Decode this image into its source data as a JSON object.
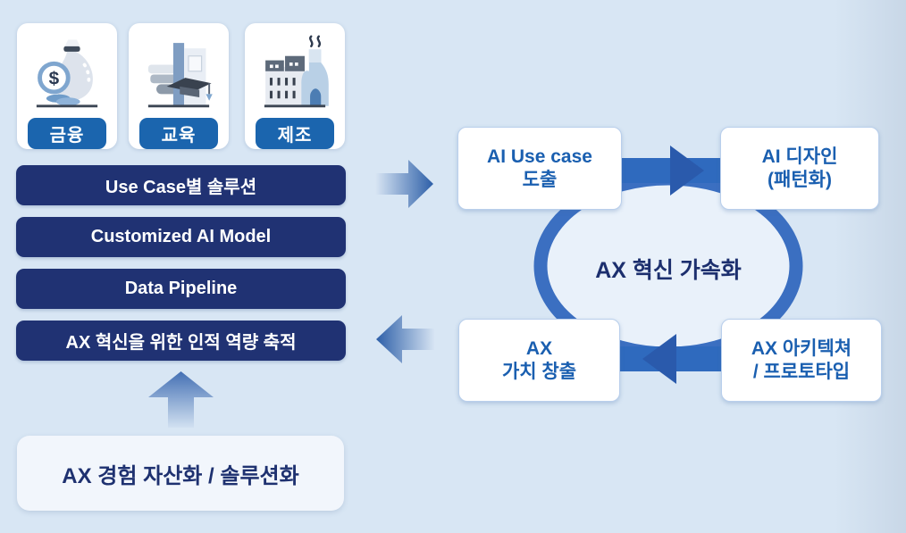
{
  "palette": {
    "background": "#d8e6f4",
    "navy_bar": "#203273",
    "industry_button_blue": "#1b65ae",
    "cycle_text_blue": "#1a5fb0",
    "center_text_navy": "#1c2f6e",
    "ring_blue": "#3b6fc1",
    "band_blue": "#2f6abe",
    "arrowhead_blue": "#2a5aac",
    "foundation_bg": "#f2f6fc"
  },
  "industries": [
    {
      "label": "금융",
      "icon": "money-bag-icon"
    },
    {
      "label": "교육",
      "icon": "education-books-icon"
    },
    {
      "label": "제조",
      "icon": "factory-icon"
    }
  ],
  "capability_bars": [
    "Use Case별 솔루션",
    "Customized AI Model",
    "Data Pipeline",
    "AX 혁신을 위한 인적 역량 축적"
  ],
  "foundation_box": {
    "label": "AX 경험 자산화 / 솔루션화"
  },
  "cycle": {
    "center_label": "AX 혁신 가속화",
    "steps": [
      {
        "line1": "AI Use case",
        "line2": "도출"
      },
      {
        "line1": "AI 디자인",
        "line2": "(패턴화)"
      },
      {
        "line1": "AX 아키텍쳐",
        "line2": "/ 프로토타입"
      },
      {
        "line1": "AX",
        "line2": "가치 창출"
      }
    ]
  }
}
